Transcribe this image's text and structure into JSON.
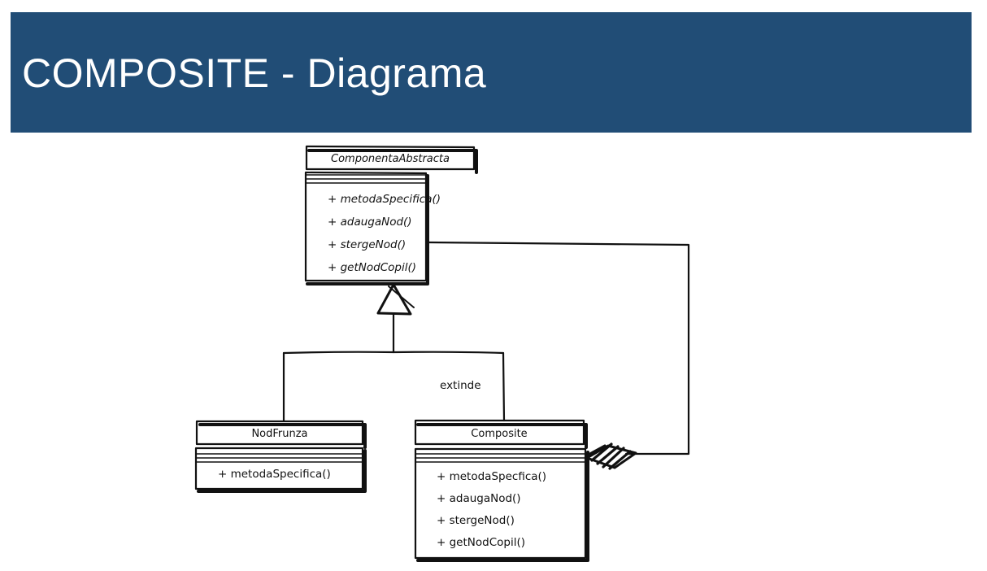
{
  "slide": {
    "title": "COMPOSITE - Diagrama",
    "header_color": "#214d76"
  },
  "diagram": {
    "abstract_class": {
      "name": "ComponentaAbstracta",
      "operations": [
        "+ metodaSpecifica()",
        "+ adaugaNod()",
        "+ stergeNod()",
        "+ getNodCopil()"
      ]
    },
    "leaf_class": {
      "name": "NodFrunza",
      "operations": [
        "+ metodaSpecifica()"
      ]
    },
    "composite_class": {
      "name": "Composite",
      "operations": [
        "+ metodaSpecfica()",
        "+ adaugaNod()",
        "+ stergeNod()",
        "+ getNodCopil()"
      ]
    },
    "inheritance_label": "extinde"
  }
}
